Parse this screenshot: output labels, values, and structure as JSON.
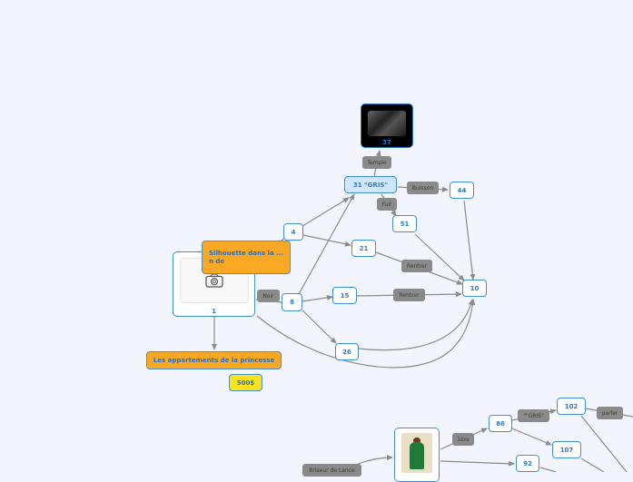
{
  "colors": {
    "background": "#f2f5fd",
    "node_border": "#3e8ee6",
    "node_text": "#2a7bd8",
    "edge": "#8c8c8c",
    "label_bg": "#8a8a8a",
    "topic_orange": "#f8a823",
    "topic_yellow": "#f9e31a",
    "selected_bg": "#cfe6fb"
  },
  "nodes": {
    "n37": "37",
    "n31": "31 \"GRIS\"",
    "n44": "44",
    "n4": "4",
    "n51": "51",
    "n21": "21",
    "n10": "10",
    "n15": "15",
    "n8": "8",
    "n26": "26",
    "n1": "1",
    "silhouette": "Silhouette dans la ... n de",
    "appartements": "Les appartements de la princesse",
    "price": "500$",
    "n86": "86",
    "n102": "102",
    "n107": "107",
    "n92": "92"
  },
  "labels": {
    "temple": "Temple",
    "buisson": "Buisson",
    "fuir": "Fuir",
    "rentrer1": "Rentrer",
    "rentrer2": "Rentrer",
    "noir": "Noir",
    "premiere": "1ère",
    "gris2": "\"\"GRIS\"",
    "parler": "parler",
    "briseur": "Briseur de Lance"
  },
  "icons": {
    "placeholder": "camera-icon"
  }
}
